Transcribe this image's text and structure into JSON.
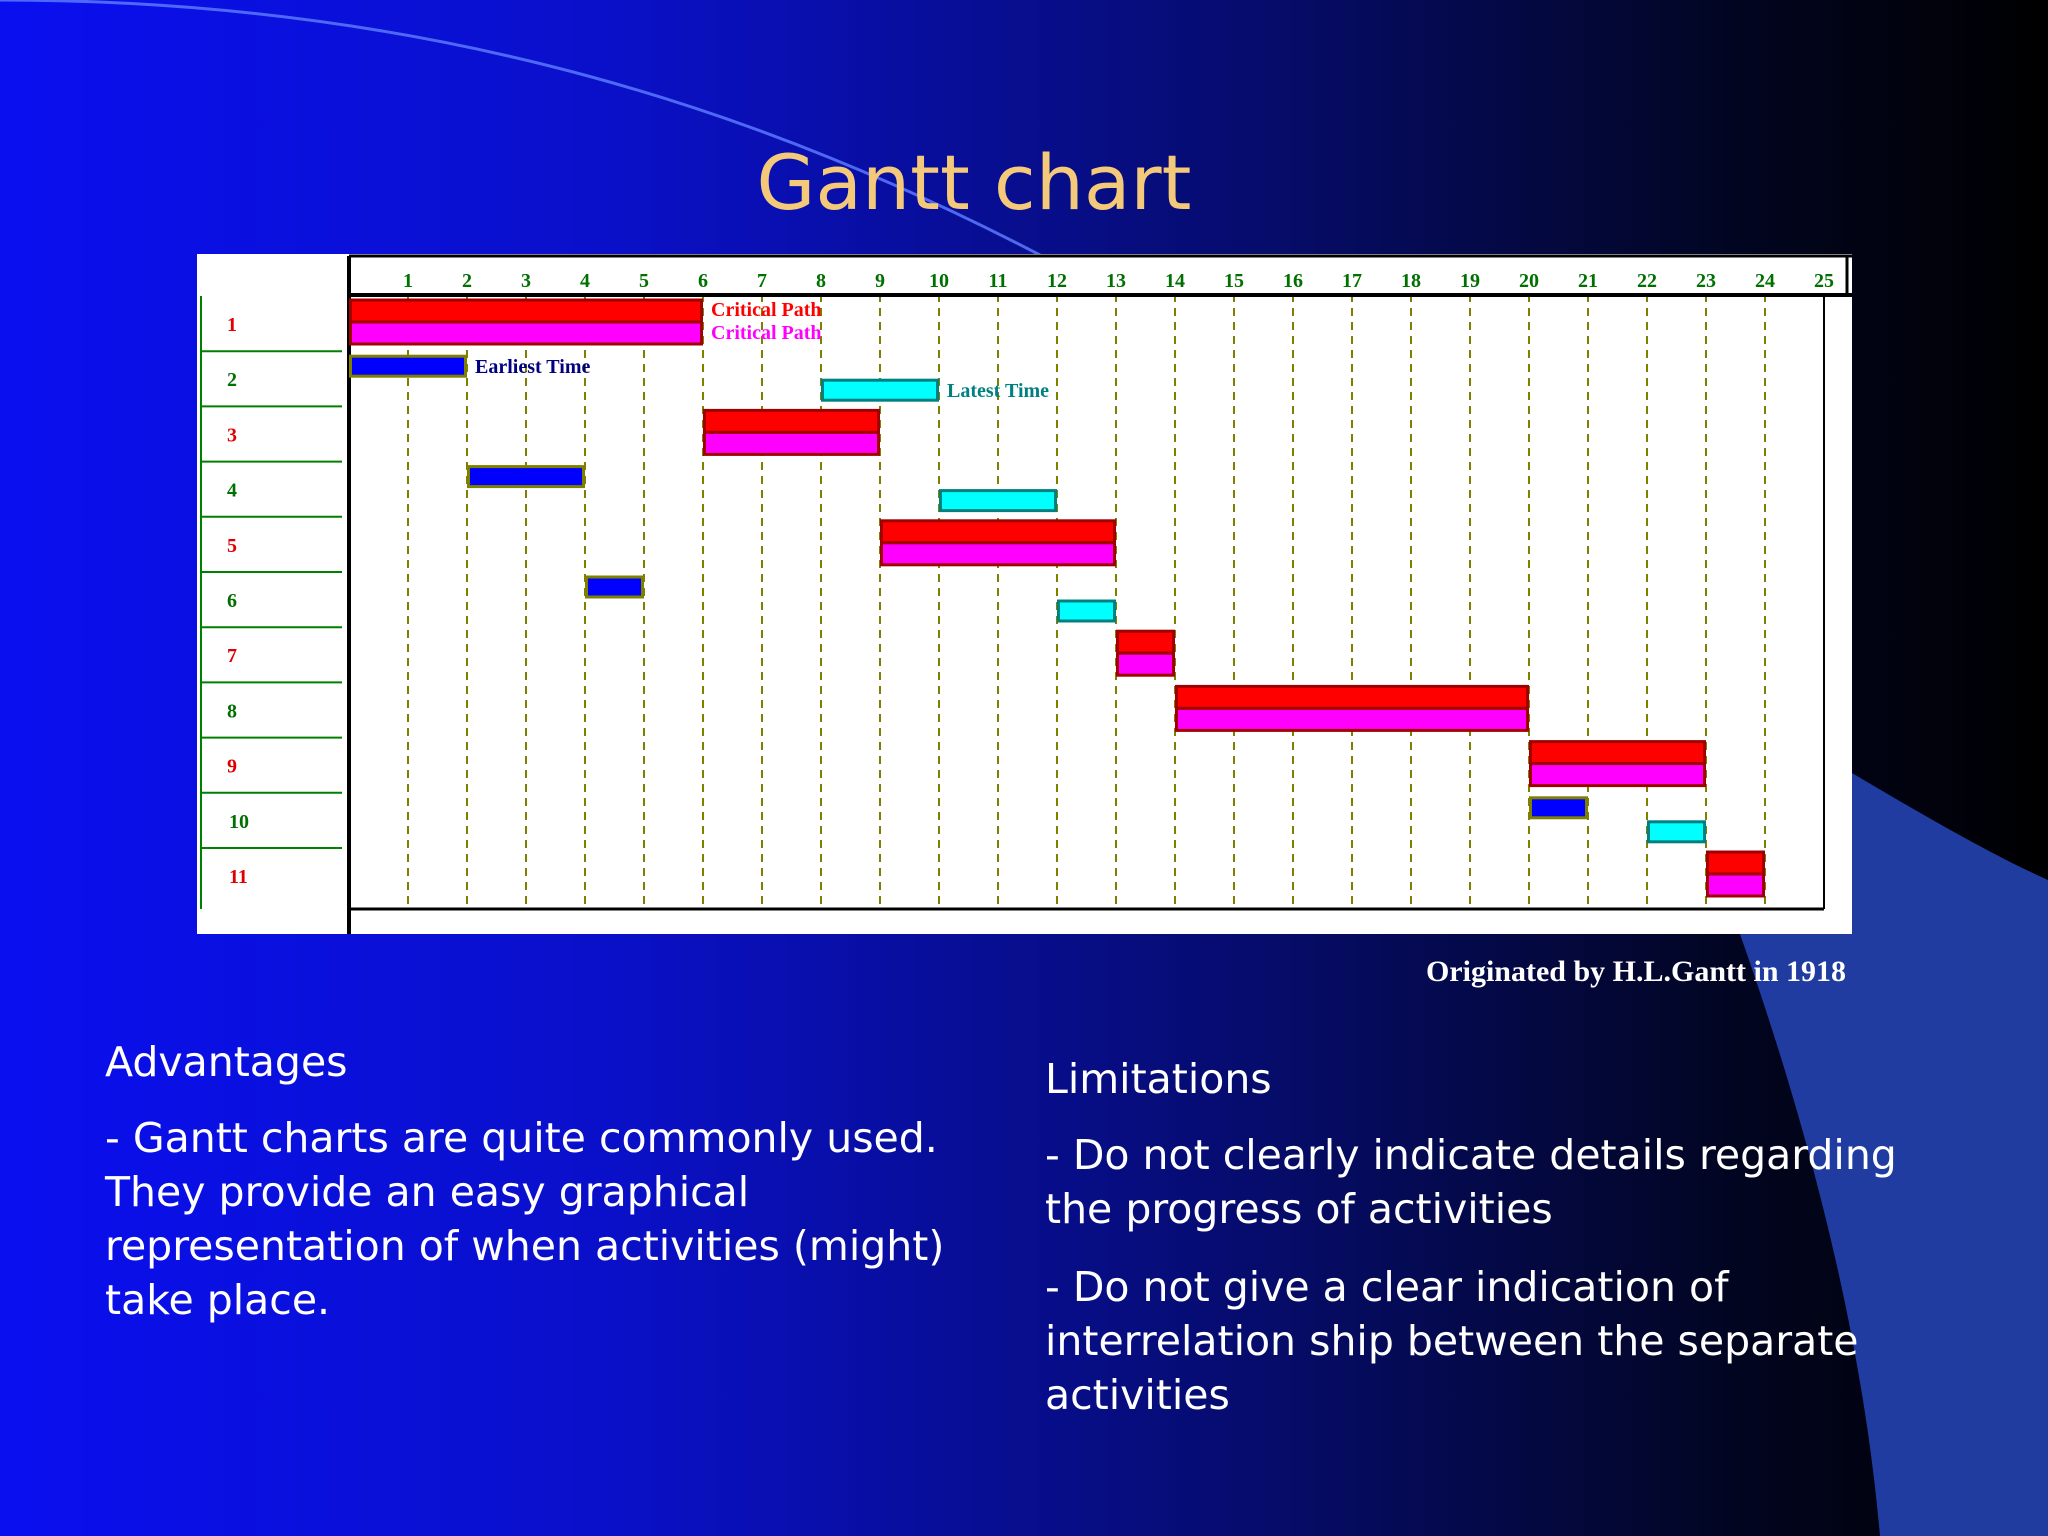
{
  "slide": {
    "title": "Gantt chart",
    "credit": "Originated by H.L.Gantt in 1918"
  },
  "advantages": {
    "heading": "Advantages",
    "points": [
      "- Gantt charts are quite commonly used. They provide an easy graphical representation of when activities (might) take place."
    ]
  },
  "limitations": {
    "heading": "Limitations",
    "points": [
      "-  Do not clearly indicate  details regarding the progress of activities",
      "-  Do not give a clear indication of interrelation ship between the separate activities"
    ]
  },
  "colors": {
    "critical_earliest": "#ff0000",
    "critical_latest": "#ff00ff",
    "earliest": "#0000ff",
    "latest": "#00ffff",
    "grid": "#808000",
    "row_line": "#008000",
    "odd_label": "#e00000",
    "even_label": "#007000"
  },
  "chart_data": {
    "type": "gantt",
    "x_ticks": [
      "1",
      "2",
      "3",
      "4",
      "5",
      "6",
      "7",
      "8",
      "9",
      "10",
      "11",
      "12",
      "13",
      "14",
      "15",
      "16",
      "17",
      "18",
      "19",
      "20",
      "21",
      "22",
      "23",
      "24",
      "25"
    ],
    "xlim": [
      0,
      25
    ],
    "grid": true,
    "tasks": [
      {
        "label": "1",
        "critical": true,
        "earliest": [
          0,
          6
        ]
      },
      {
        "label": "2",
        "critical": false,
        "earliest": [
          0,
          2
        ],
        "latest": [
          8,
          10
        ]
      },
      {
        "label": "3",
        "critical": true,
        "earliest": [
          6,
          9
        ]
      },
      {
        "label": "4",
        "critical": false,
        "earliest": [
          2,
          4
        ],
        "latest": [
          10,
          12
        ]
      },
      {
        "label": "5",
        "critical": true,
        "earliest": [
          9,
          13
        ]
      },
      {
        "label": "6",
        "critical": false,
        "earliest": [
          4,
          5
        ],
        "latest": [
          12,
          13
        ]
      },
      {
        "label": "7",
        "critical": true,
        "earliest": [
          13,
          14
        ]
      },
      {
        "label": "8",
        "critical": true,
        "earliest": [
          14,
          20
        ]
      },
      {
        "label": "9",
        "critical": true,
        "earliest": [
          20,
          23
        ]
      },
      {
        "label": "10",
        "critical": false,
        "earliest": [
          20,
          21
        ],
        "latest": [
          22,
          23
        ]
      },
      {
        "label": "11",
        "critical": true,
        "earliest": [
          23,
          24
        ]
      }
    ],
    "annotations": [
      {
        "text": "Critical Path",
        "task": 0,
        "bar": "earliest"
      },
      {
        "text": "Critical Path",
        "task": 0,
        "bar": "latest"
      },
      {
        "text": "Earliest Time",
        "task": 1,
        "bar": "earliest"
      },
      {
        "text": "Latest Time",
        "task": 1,
        "bar": "latest"
      }
    ]
  }
}
